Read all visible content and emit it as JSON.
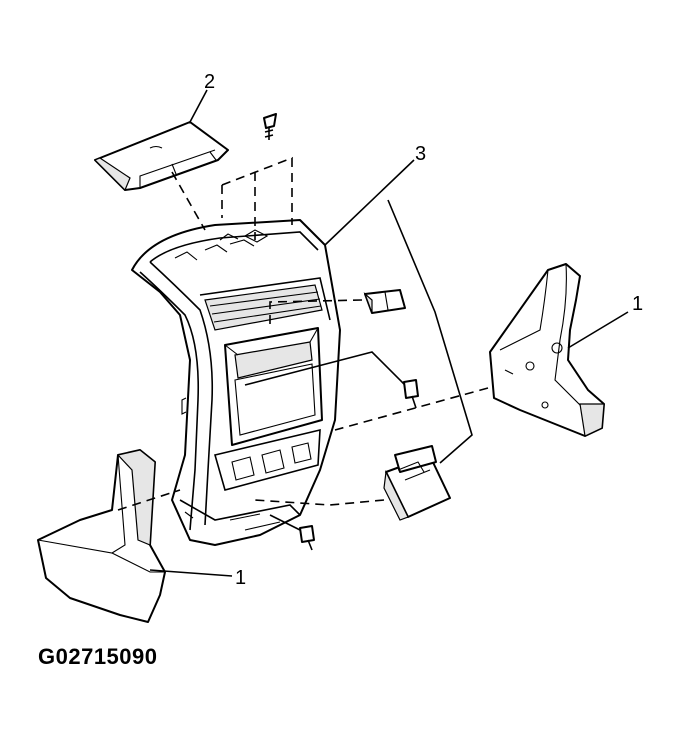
{
  "figure_id": "G02715090",
  "callouts": [
    {
      "label": "2"
    },
    {
      "label": "3"
    },
    {
      "label": "1"
    },
    {
      "label": "1"
    }
  ]
}
